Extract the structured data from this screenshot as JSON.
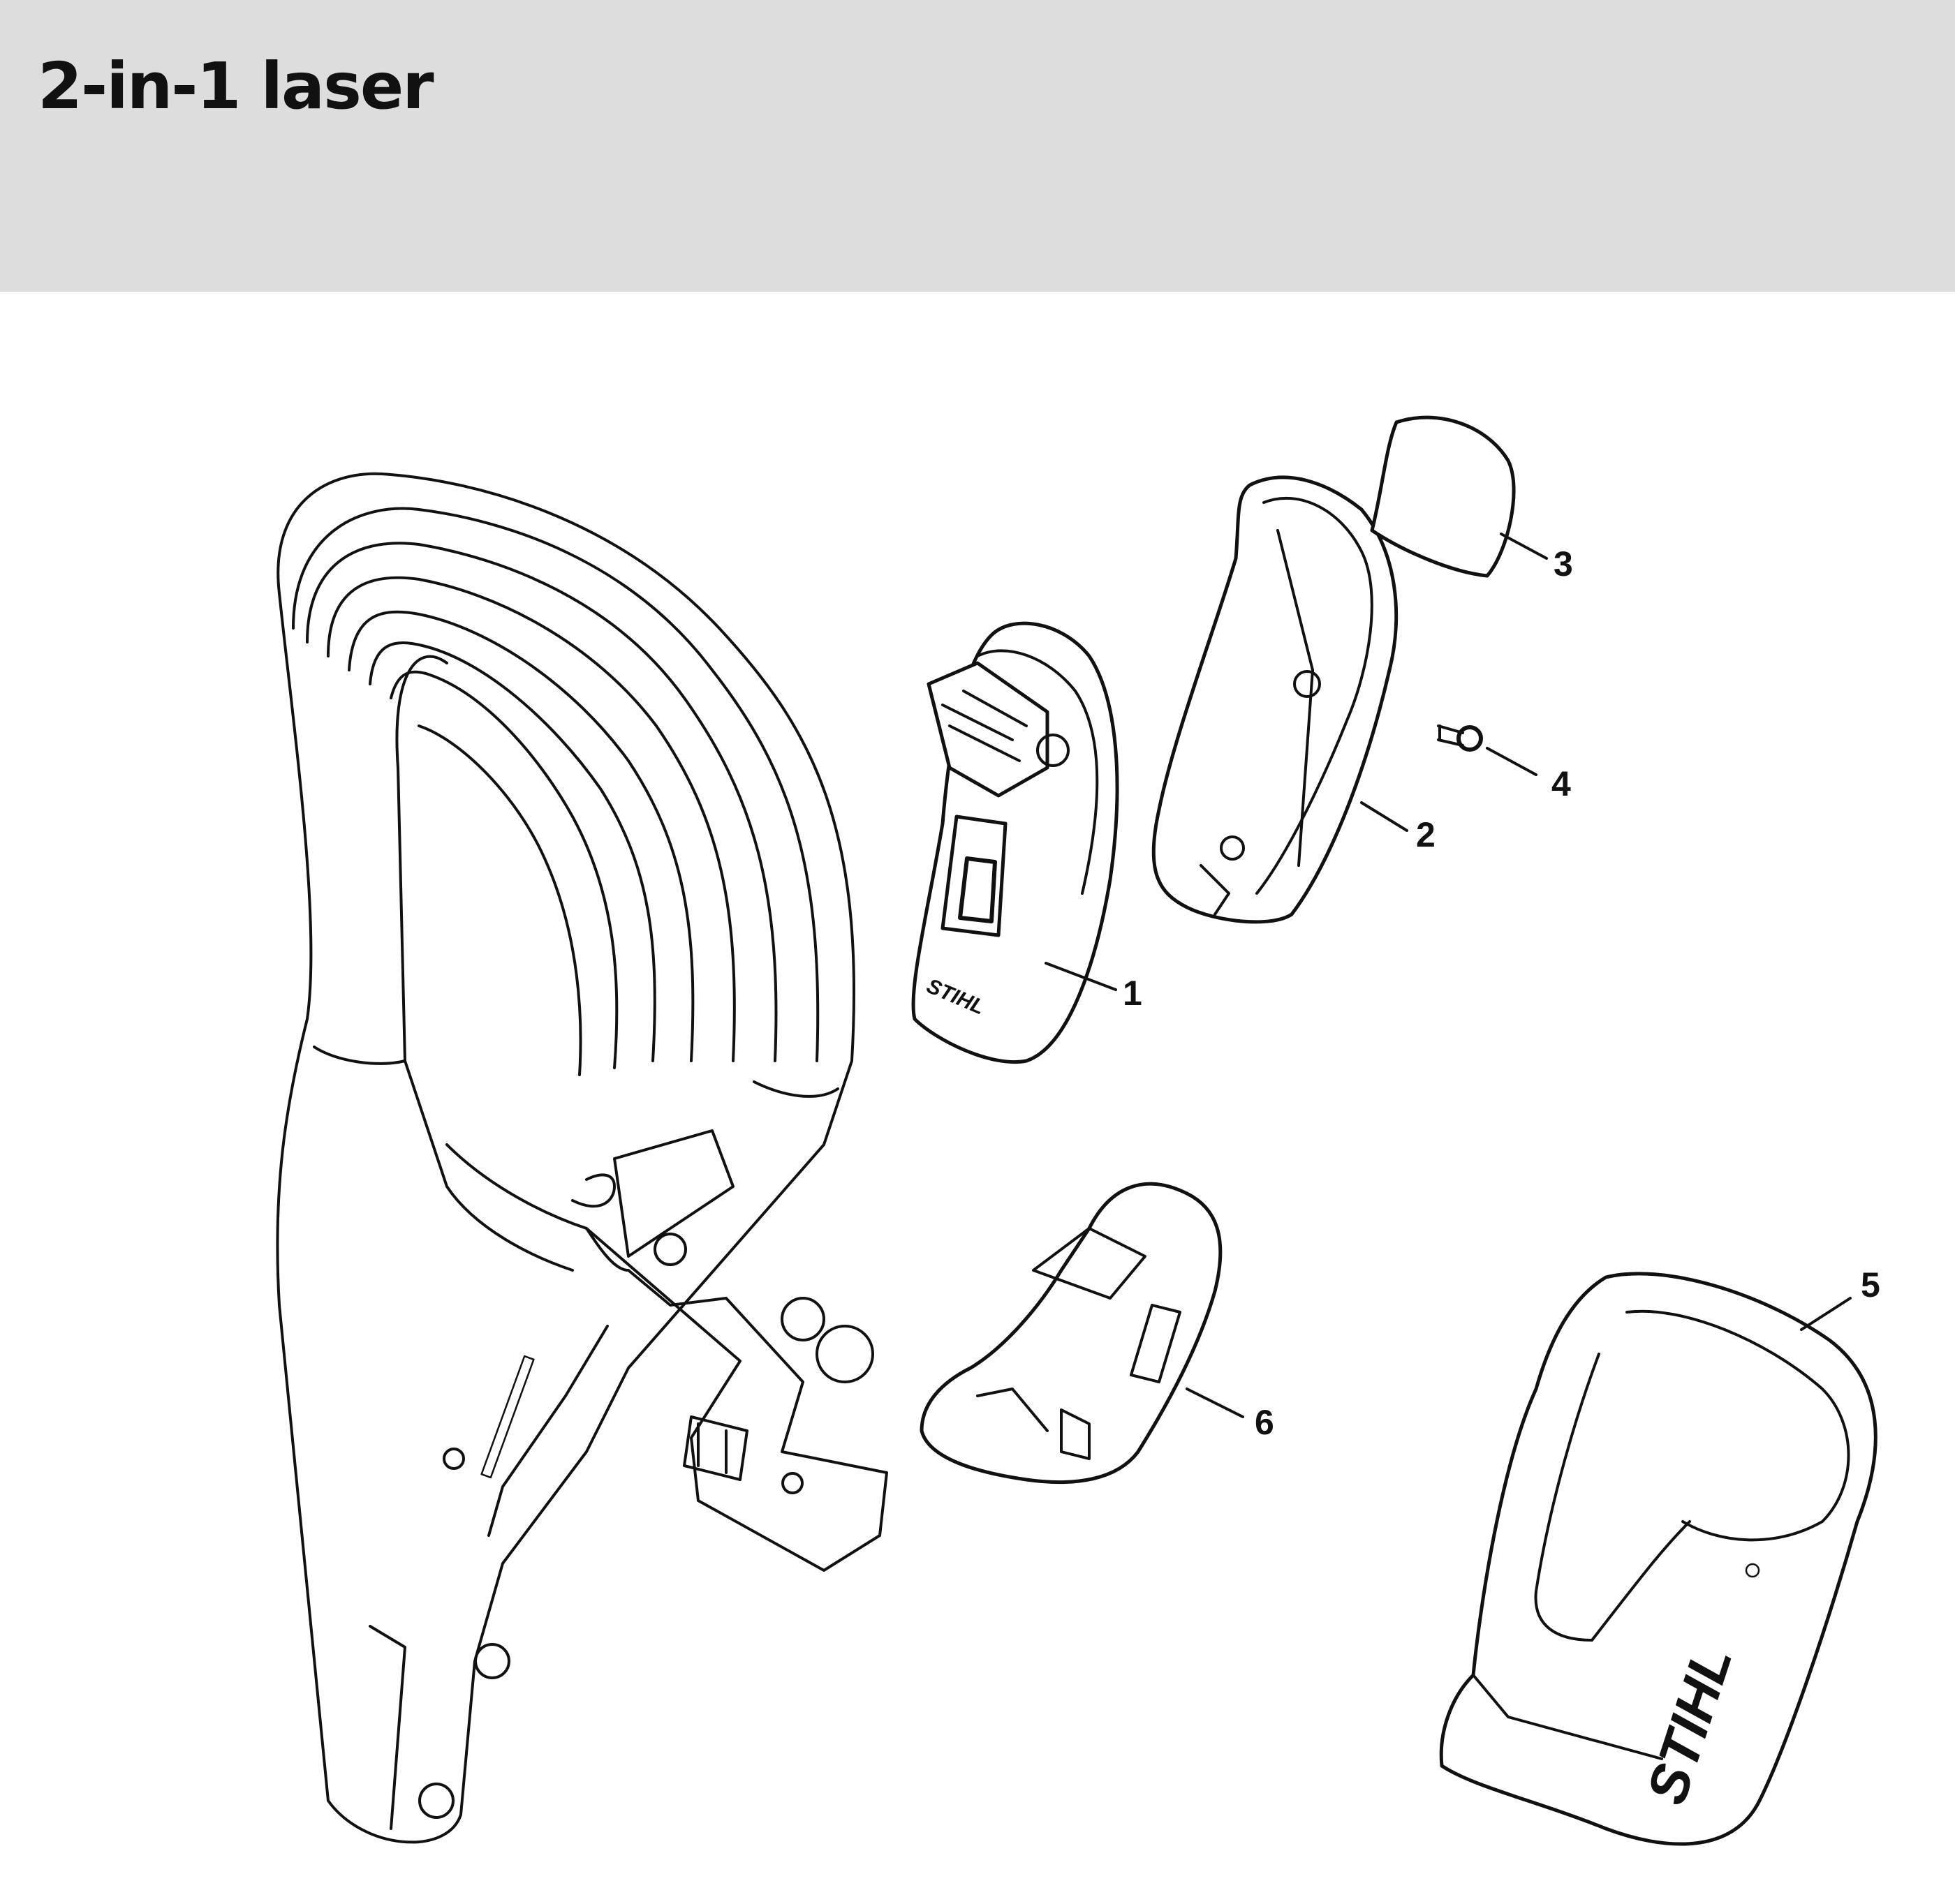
{
  "header": {
    "title": "2-in-1 laser"
  },
  "callouts": [
    {
      "num": "1"
    },
    {
      "num": "2"
    },
    {
      "num": "3"
    },
    {
      "num": "4"
    },
    {
      "num": "5"
    },
    {
      "num": "6"
    }
  ],
  "logos": {
    "part1": "STIHL",
    "part5": "STIHL"
  }
}
